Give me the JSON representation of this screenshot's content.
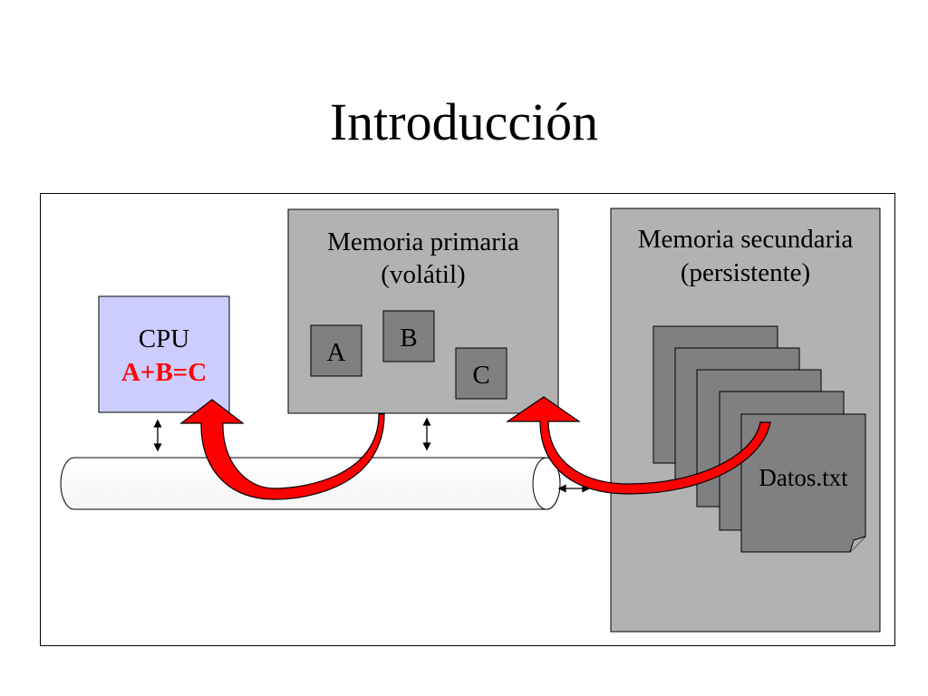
{
  "slide": {
    "title": "Introducción"
  },
  "cpu": {
    "label": "CPU",
    "operation": "A+B=C"
  },
  "primary_memory": {
    "title": "Memoria primaria",
    "subtitle": "(volátil)",
    "blocks": [
      "A",
      "B",
      "C"
    ]
  },
  "secondary_memory": {
    "title": "Memoria secundaria",
    "subtitle": "(persistente)",
    "file_label": "Datos.txt"
  },
  "colors": {
    "cpu_fill": "#ccccff",
    "memory_fill": "#b2b2b2",
    "block_fill": "#808080",
    "arrow_fill": "#ff0000",
    "operation_text": "#ff0000"
  }
}
